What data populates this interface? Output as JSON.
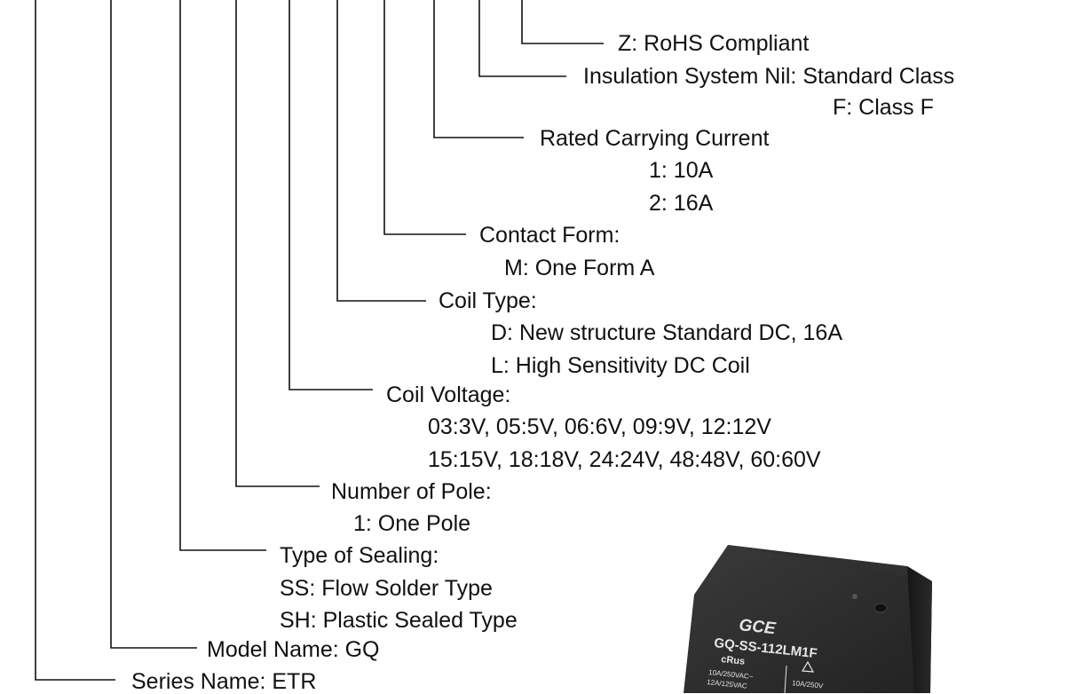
{
  "entries": {
    "rohs": "Z: RoHS Compliant",
    "insulation_title": "Insulation System Nil: Standard Class",
    "insulation_f": "F: Class F",
    "current_title": "Rated Carrying Current",
    "current_1": "1: 10A",
    "current_2": "2: 16A",
    "contact_title": "Contact Form:",
    "contact_m": "M: One Form A",
    "coil_type_title": "Coil Type:",
    "coil_type_d": "D: New structure Standard DC, 16A",
    "coil_type_l": "L: High Sensitivity DC Coil",
    "coil_voltage_title": "Coil Voltage:",
    "coil_voltage_1": "03:3V, 05:5V, 06:6V, 09:9V, 12:12V",
    "coil_voltage_2": "15:15V, 18:18V, 24:24V, 48:48V, 60:60V",
    "pole_title": "Number of Pole:",
    "pole_1": "1: One Pole",
    "sealing_title": "Type of Sealing:",
    "sealing_ss": "SS: Flow Solder Type",
    "sealing_sh": "SH: Plastic Sealed Type",
    "model": "Model Name: GQ",
    "series": "Series Name: ETR"
  },
  "relay": {
    "logo": "GCE",
    "part_number": "GQ-SS-112LM1F",
    "cert_mark": "cRus",
    "rating_1": "10A/250VAC~",
    "rating_2": "12A/125VAC",
    "rating_3": "10A/250V"
  },
  "colors": {
    "line": "#111111",
    "text": "#111111",
    "relay_body": "#1c1c1c",
    "relay_print": "#e6e6e6"
  }
}
